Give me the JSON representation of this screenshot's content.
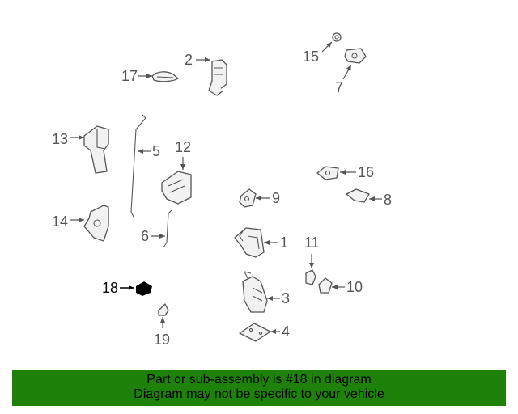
{
  "diagram": {
    "callouts": [
      {
        "id": "1",
        "label": "1"
      },
      {
        "id": "2",
        "label": "2"
      },
      {
        "id": "3",
        "label": "3"
      },
      {
        "id": "4",
        "label": "4"
      },
      {
        "id": "5",
        "label": "5"
      },
      {
        "id": "6",
        "label": "6"
      },
      {
        "id": "7",
        "label": "7"
      },
      {
        "id": "8",
        "label": "8"
      },
      {
        "id": "9",
        "label": "9"
      },
      {
        "id": "10",
        "label": "10"
      },
      {
        "id": "11",
        "label": "11"
      },
      {
        "id": "12",
        "label": "12"
      },
      {
        "id": "13",
        "label": "13"
      },
      {
        "id": "14",
        "label": "14"
      },
      {
        "id": "15",
        "label": "15"
      },
      {
        "id": "16",
        "label": "16"
      },
      {
        "id": "17",
        "label": "17"
      },
      {
        "id": "18",
        "label": "18"
      },
      {
        "id": "19",
        "label": "19"
      }
    ],
    "highlighted_part": "18",
    "highlight_color": "#000000",
    "line_color": "#555555"
  },
  "banner": {
    "line1": "Part or sub-assembly is #18 in diagram",
    "line2": "Diagram may not be specific to your vehicle",
    "background_color": "#1e820a"
  }
}
